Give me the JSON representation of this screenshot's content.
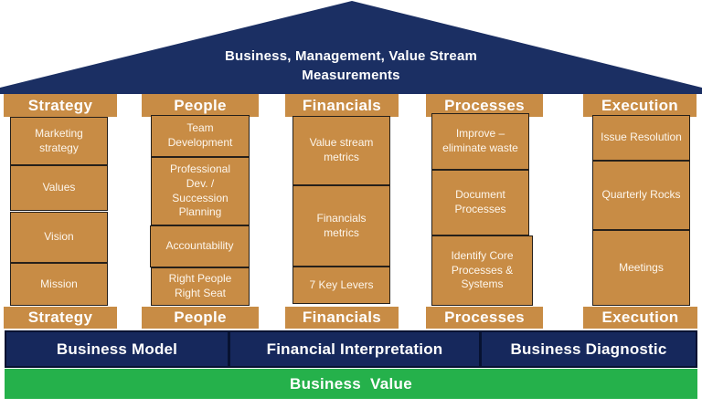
{
  "colors": {
    "pillar_orange": "#C88C45",
    "roof_navy": "#1B2F63",
    "foundation_navy": "#16285C",
    "value_green": "#25B14B",
    "text_white": "#FFFFFF",
    "block_border": "#26201A"
  },
  "roof": {
    "title_line1": "Business,  Management,  Value Stream",
    "title_line2": "Measurements"
  },
  "pillars": [
    {
      "title": "Strategy",
      "blocks": [
        "Marketing\nstrategy",
        "Values",
        "Vision",
        "Mission"
      ]
    },
    {
      "title": "People",
      "blocks": [
        "Team\nDevelopment",
        "Professional\nDev. /\nSuccession\nPlanning",
        "Accountability",
        "Right People\nRight Seat"
      ]
    },
    {
      "title": "Financials",
      "blocks": [
        "Value stream\nmetrics",
        "Financials\nmetrics",
        "7 Key Levers"
      ]
    },
    {
      "title": "Processes",
      "blocks": [
        "Improve –\neliminate waste",
        "Document\nProcesses",
        "Identify Core\nProcesses &\nSystems"
      ]
    },
    {
      "title": "Execution",
      "blocks": [
        "Issue Resolution",
        "Quarterly Rocks",
        "Meetings"
      ]
    }
  ],
  "foundation": {
    "segments": [
      "Business Model",
      "Financial Interpretation",
      "Business Diagnostic"
    ]
  },
  "value_bar": {
    "label": "Business  Value"
  }
}
